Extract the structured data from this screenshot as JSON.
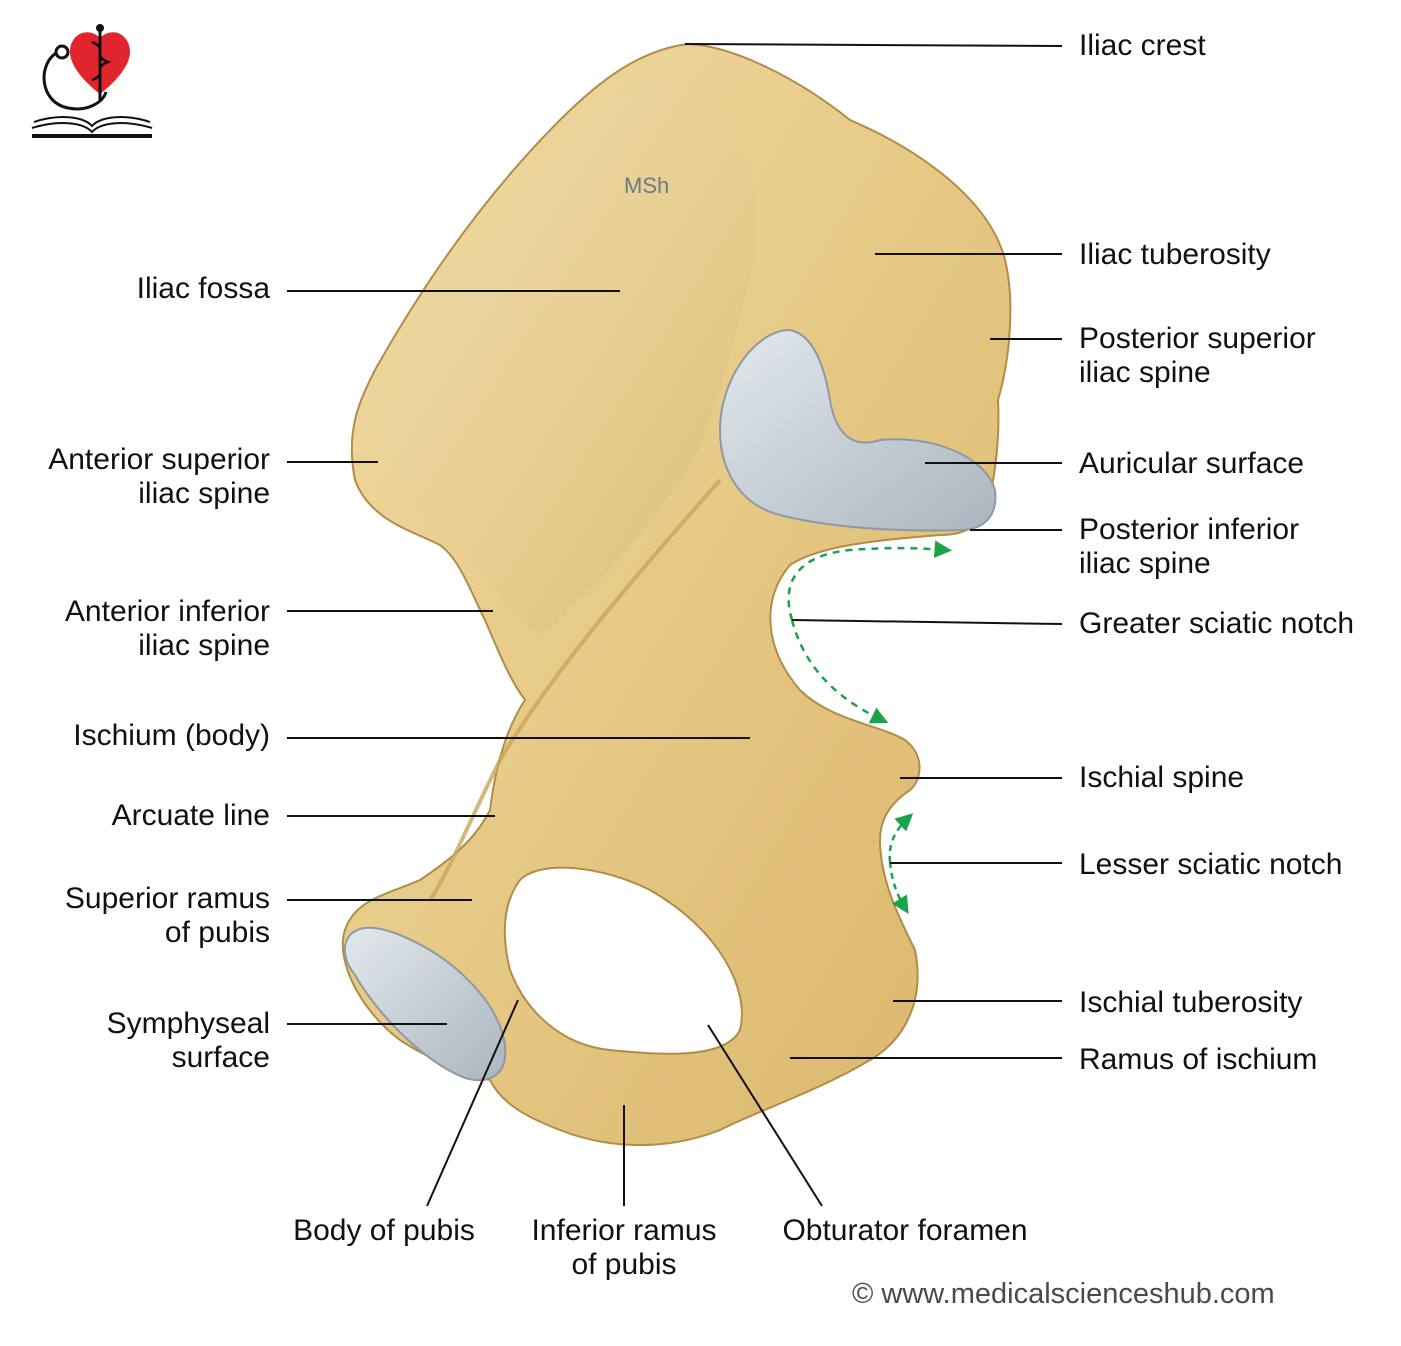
{
  "watermark": "MSh",
  "copyright": "© www.medicalscienceshub.com",
  "colors": {
    "bone": "#e8cf8e",
    "bone_shadow": "#c9a65a",
    "cartilage": "#c6cfd6",
    "arrow": "#1aa34a",
    "logo_heart": "#e0262c",
    "leader": "#111111"
  },
  "icons": [
    "heart-logo-icon",
    "caduceus-icon",
    "stethoscope-icon",
    "open-book-icon"
  ],
  "labels": {
    "left": {
      "iliac_fossa": "Iliac fossa",
      "asis": [
        "Anterior superior",
        "iliac spine"
      ],
      "aiis": [
        "Anterior inferior",
        "iliac spine"
      ],
      "ischium_body": "Ischium (body)",
      "arcuate_line": "Arcuate line",
      "superior_ramus": [
        "Superior ramus",
        "of pubis"
      ],
      "symphyseal": [
        "Symphyseal",
        "surface"
      ]
    },
    "right": {
      "iliac_crest": "Iliac crest",
      "iliac_tuberosity": "Iliac tuberosity",
      "psis": [
        "Posterior superior",
        "iliac spine"
      ],
      "auricular": "Auricular surface",
      "piis": [
        "Posterior inferior",
        "iliac spine"
      ],
      "greater_sciatic": "Greater sciatic notch",
      "ischial_spine": "Ischial spine",
      "lesser_sciatic": "Lesser sciatic notch",
      "ischial_tuberosity": "Ischial tuberosity",
      "ramus_ischium": "Ramus of ischium"
    },
    "bottom": {
      "body_pubis": "Body of pubis",
      "inferior_ramus": [
        "Inferior ramus",
        "of pubis"
      ],
      "obturator": "Obturator foramen"
    }
  }
}
